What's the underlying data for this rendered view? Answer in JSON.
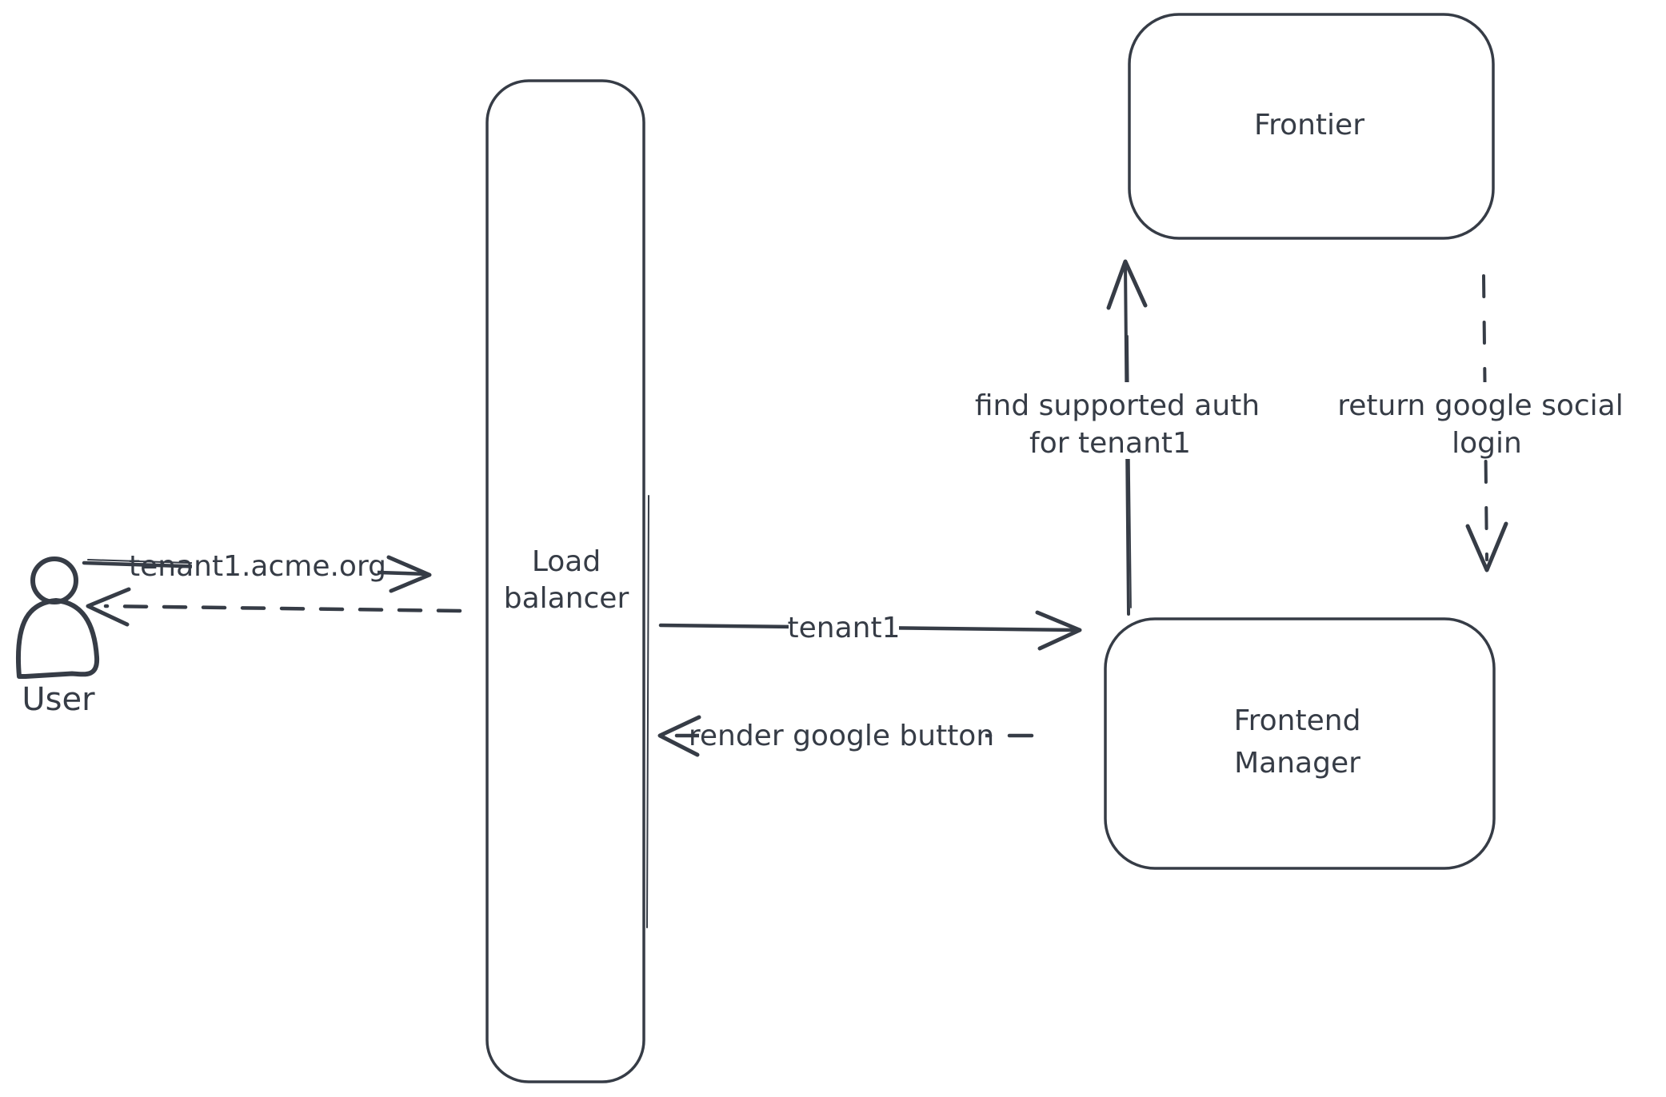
{
  "canvas": {
    "background": "#ffffff",
    "stroke_color": "#363c46",
    "hatch_color": "#ced4da"
  },
  "nodes": {
    "user": {
      "label": "User",
      "type": "actor"
    },
    "load_balancer": {
      "label": "Load balancer",
      "lines": [
        "Load",
        "balancer"
      ]
    },
    "frontier": {
      "label": "Frontier"
    },
    "frontend_manager": {
      "label": "Frontend Manager",
      "lines": [
        "Frontend",
        "Manager"
      ]
    }
  },
  "edges": {
    "user_to_load_balancer": {
      "label": "tenant1.acme.org",
      "style": "solid",
      "direction": "right"
    },
    "load_balancer_to_user": {
      "label": "",
      "style": "dashed",
      "direction": "left"
    },
    "load_balancer_to_frontend_manager": {
      "label": "tenant1",
      "style": "solid",
      "direction": "right"
    },
    "frontend_manager_to_load_balancer": {
      "label": "render google button",
      "style": "dashed",
      "direction": "left"
    },
    "frontend_manager_to_frontier": {
      "label": "find supported auth for tenant1",
      "lines": [
        "find supported auth",
        "for tenant1"
      ],
      "style": "solid",
      "direction": "up"
    },
    "frontier_to_frontend_manager": {
      "label": "return google social login",
      "lines": [
        "return google social",
        "login"
      ],
      "style": "dashed",
      "direction": "down"
    }
  }
}
